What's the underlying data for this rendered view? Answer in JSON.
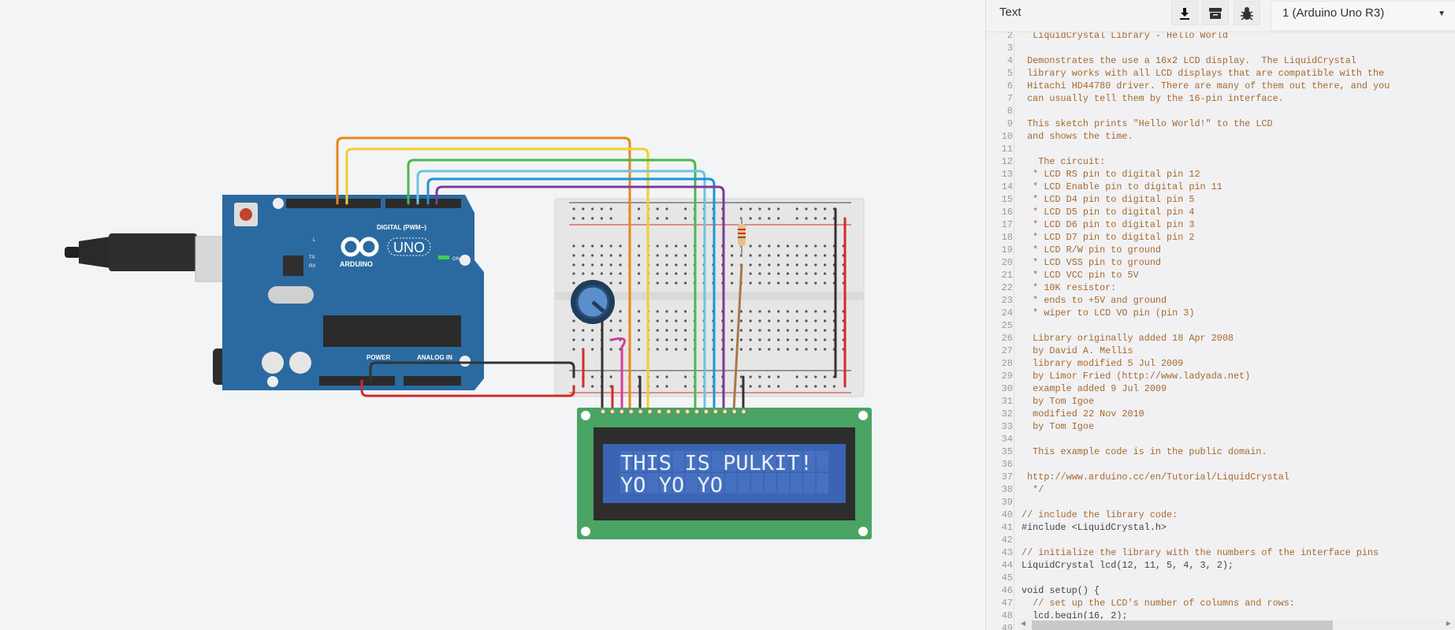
{
  "panel": {
    "title": "Text",
    "buttons": [
      {
        "name": "download-icon"
      },
      {
        "name": "archive-icon"
      },
      {
        "name": "bug-icon"
      }
    ],
    "device_select": "1 (Arduino Uno R3)",
    "lines": [
      {
        "n": "2",
        "t": "  LiquidCrystal Library - Hello World",
        "k": "comment"
      },
      {
        "n": "3",
        "t": "",
        "k": "comment"
      },
      {
        "n": "4",
        "t": " Demonstrates the use a 16x2 LCD display.  The LiquidCrystal",
        "k": "comment"
      },
      {
        "n": "5",
        "t": " library works with all LCD displays that are compatible with the",
        "k": "comment"
      },
      {
        "n": "6",
        "t": " Hitachi HD44780 driver. There are many of them out there, and you",
        "k": "comment"
      },
      {
        "n": "7",
        "t": " can usually tell them by the 16-pin interface.",
        "k": "comment"
      },
      {
        "n": "8",
        "t": "",
        "k": "comment"
      },
      {
        "n": "9",
        "t": " This sketch prints \"Hello World!\" to the LCD",
        "k": "comment"
      },
      {
        "n": "10",
        "t": " and shows the time.",
        "k": "comment"
      },
      {
        "n": "11",
        "t": "",
        "k": "comment"
      },
      {
        "n": "12",
        "t": "   The circuit:",
        "k": "comment"
      },
      {
        "n": "13",
        "t": "  * LCD RS pin to digital pin 12",
        "k": "comment"
      },
      {
        "n": "14",
        "t": "  * LCD Enable pin to digital pin 11",
        "k": "comment"
      },
      {
        "n": "15",
        "t": "  * LCD D4 pin to digital pin 5",
        "k": "comment"
      },
      {
        "n": "16",
        "t": "  * LCD D5 pin to digital pin 4",
        "k": "comment"
      },
      {
        "n": "17",
        "t": "  * LCD D6 pin to digital pin 3",
        "k": "comment"
      },
      {
        "n": "18",
        "t": "  * LCD D7 pin to digital pin 2",
        "k": "comment"
      },
      {
        "n": "19",
        "t": "  * LCD R/W pin to ground",
        "k": "comment"
      },
      {
        "n": "20",
        "t": "  * LCD VSS pin to ground",
        "k": "comment"
      },
      {
        "n": "21",
        "t": "  * LCD VCC pin to 5V",
        "k": "comment"
      },
      {
        "n": "22",
        "t": "  * 10K resistor:",
        "k": "comment"
      },
      {
        "n": "23",
        "t": "  * ends to +5V and ground",
        "k": "comment"
      },
      {
        "n": "24",
        "t": "  * wiper to LCD VO pin (pin 3)",
        "k": "comment"
      },
      {
        "n": "25",
        "t": "",
        "k": "comment"
      },
      {
        "n": "26",
        "t": "  Library originally added 18 Apr 2008",
        "k": "comment"
      },
      {
        "n": "27",
        "t": "  by David A. Mellis",
        "k": "comment"
      },
      {
        "n": "28",
        "t": "  library modified 5 Jul 2009",
        "k": "comment"
      },
      {
        "n": "29",
        "t": "  by Limor Fried (http://www.ladyada.net)",
        "k": "comment"
      },
      {
        "n": "30",
        "t": "  example added 9 Jul 2009",
        "k": "comment"
      },
      {
        "n": "31",
        "t": "  by Tom Igoe",
        "k": "comment"
      },
      {
        "n": "32",
        "t": "  modified 22 Nov 2010",
        "k": "comment"
      },
      {
        "n": "33",
        "t": "  by Tom Igoe",
        "k": "comment"
      },
      {
        "n": "34",
        "t": "",
        "k": "comment"
      },
      {
        "n": "35",
        "t": "  This example code is in the public domain.",
        "k": "comment"
      },
      {
        "n": "36",
        "t": "",
        "k": "comment"
      },
      {
        "n": "37",
        "t": " http://www.arduino.cc/en/Tutorial/LiquidCrystal",
        "k": "comment"
      },
      {
        "n": "38",
        "t": "  */",
        "k": "comment"
      },
      {
        "n": "39",
        "t": "",
        "k": "code"
      },
      {
        "n": "40",
        "t": "// include the library code:",
        "k": "comment"
      },
      {
        "n": "41",
        "t": "#include <LiquidCrystal.h>",
        "k": "code"
      },
      {
        "n": "42",
        "t": "",
        "k": "code"
      },
      {
        "n": "43",
        "t": "// initialize the library with the numbers of the interface pins",
        "k": "comment"
      },
      {
        "n": "44",
        "t": "LiquidCrystal lcd(12, 11, 5, 4, 3, 2);",
        "k": "code"
      },
      {
        "n": "45",
        "t": "",
        "k": "code"
      },
      {
        "n": "46",
        "t": "void setup() {",
        "k": "code"
      },
      {
        "n": "47",
        "t": "  // set up the LCD's number of columns and rows:",
        "k": "comment"
      },
      {
        "n": "48",
        "t": "  lcd.begin(16, 2);",
        "k": "code"
      },
      {
        "n": "49",
        "t": "",
        "k": "code"
      }
    ]
  },
  "circuit": {
    "board_labels": {
      "brand": "ARDUINO",
      "model": "UNO",
      "digital": "DIGITAL (PWM~)",
      "power": "POWER",
      "analog": "ANALOG IN",
      "on": "ON",
      "l": "L",
      "tx": "TX",
      "rx": "RX"
    },
    "lcd_row1": "THIS IS PULKIT!",
    "lcd_row2": "YO YO YO",
    "wire_colors": {
      "rs": "#e8861c",
      "e": "#f0d02a",
      "d4": "#4cb84a",
      "d5": "#6cc4de",
      "d6": "#1e96d2",
      "d7": "#7a3c9a",
      "power": "#d42a2a",
      "ground": "#333333",
      "contrast": "#d63c9a",
      "resistor_lead": "#a7784a"
    },
    "board_color": "#2b6aa0",
    "lcd_pcb_color": "#4aa463",
    "lcd_screen_color": "#3c64b4"
  }
}
